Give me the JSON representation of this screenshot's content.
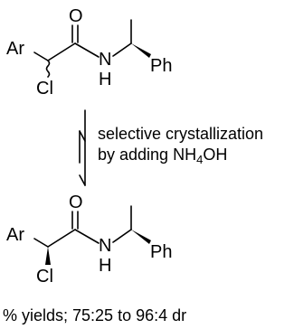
{
  "top_molecule": {
    "aryl": "Ar",
    "oxygen": "O",
    "nitrogen": "N",
    "hydrogen": "H",
    "phenyl": "Ph",
    "chlorine": "Cl"
  },
  "equilibrium": {
    "line1": "selective crystallization",
    "line2_prefix": "by adding NH",
    "line2_subscript": "4",
    "line2_suffix": "OH"
  },
  "bottom_molecule": {
    "aryl": "Ar",
    "oxygen": "O",
    "nitrogen": "N",
    "hydrogen": "H",
    "phenyl": "Ph",
    "chlorine": "Cl"
  },
  "result": "% yields; 75:25 to 96:4 dr"
}
